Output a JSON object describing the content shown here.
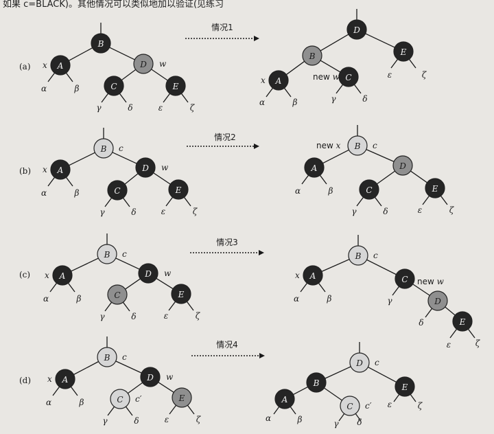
{
  "header": {
    "text": "如果 c=BLACK)。其他情况可以类似地加以验证(见练习"
  },
  "colors": {
    "black": "#252525",
    "gray": "#8f8f8f",
    "light": "#d6d6d6",
    "edge": "#1a1a1a"
  },
  "rows": [
    {
      "id": "a",
      "label": "(a)",
      "case_label": "情况1",
      "left": {
        "nodes": [
          {
            "id": "B",
            "letter": "B",
            "color": "black"
          },
          {
            "id": "A",
            "letter": "A",
            "color": "black",
            "prefix": "x"
          },
          {
            "id": "D",
            "letter": "D",
            "color": "gray",
            "suffix": "w"
          },
          {
            "id": "C",
            "letter": "C",
            "color": "black"
          },
          {
            "id": "E",
            "letter": "E",
            "color": "black"
          }
        ],
        "leaves": [
          "α",
          "β",
          "γ",
          "δ",
          "ε",
          "ζ"
        ]
      },
      "right": {
        "nodes": [
          {
            "id": "D",
            "letter": "D",
            "color": "black"
          },
          {
            "id": "B",
            "letter": "B",
            "color": "gray"
          },
          {
            "id": "E",
            "letter": "E",
            "color": "black"
          },
          {
            "id": "A",
            "letter": "A",
            "color": "black",
            "prefix": "x"
          },
          {
            "id": "C",
            "letter": "C",
            "color": "black",
            "prefix": "new w"
          }
        ],
        "leaves": [
          "α",
          "β",
          "γ",
          "δ",
          "ε",
          "ζ"
        ]
      }
    },
    {
      "id": "b",
      "label": "(b)",
      "case_label": "情况2",
      "left": {
        "nodes": [
          {
            "id": "B",
            "letter": "B",
            "color": "light",
            "suffix": "c"
          },
          {
            "id": "A",
            "letter": "A",
            "color": "black",
            "prefix": "x"
          },
          {
            "id": "D",
            "letter": "D",
            "color": "black",
            "suffix": "w"
          },
          {
            "id": "C",
            "letter": "C",
            "color": "black"
          },
          {
            "id": "E",
            "letter": "E",
            "color": "black"
          }
        ],
        "leaves": [
          "α",
          "β",
          "γ",
          "δ",
          "ε",
          "ζ"
        ]
      },
      "right": {
        "nodes": [
          {
            "id": "B",
            "letter": "B",
            "color": "light",
            "prefix": "new x",
            "suffix": "c"
          },
          {
            "id": "A",
            "letter": "A",
            "color": "black"
          },
          {
            "id": "D",
            "letter": "D",
            "color": "gray"
          },
          {
            "id": "C",
            "letter": "C",
            "color": "black"
          },
          {
            "id": "E",
            "letter": "E",
            "color": "black"
          }
        ],
        "leaves": [
          "α",
          "β",
          "γ",
          "δ",
          "ε",
          "ζ"
        ]
      }
    },
    {
      "id": "c",
      "label": "(c)",
      "case_label": "情况3",
      "left": {
        "nodes": [
          {
            "id": "B",
            "letter": "B",
            "color": "light",
            "suffix": "c"
          },
          {
            "id": "A",
            "letter": "A",
            "color": "black",
            "prefix": "x"
          },
          {
            "id": "D",
            "letter": "D",
            "color": "black",
            "suffix": "w"
          },
          {
            "id": "C",
            "letter": "C",
            "color": "gray"
          },
          {
            "id": "E",
            "letter": "E",
            "color": "black"
          }
        ],
        "leaves": [
          "α",
          "β",
          "γ",
          "δ",
          "ε",
          "ζ"
        ]
      },
      "right": {
        "nodes": [
          {
            "id": "B",
            "letter": "B",
            "color": "light",
            "suffix": "c"
          },
          {
            "id": "A",
            "letter": "A",
            "color": "black",
            "prefix": "x"
          },
          {
            "id": "C",
            "letter": "C",
            "color": "black",
            "suffix": "new w"
          },
          {
            "id": "D",
            "letter": "D",
            "color": "gray"
          },
          {
            "id": "E",
            "letter": "E",
            "color": "black"
          }
        ],
        "leaves": [
          "α",
          "β",
          "γ",
          "δ",
          "ε",
          "ζ"
        ]
      }
    },
    {
      "id": "d",
      "label": "(d)",
      "case_label": "情况4",
      "left": {
        "nodes": [
          {
            "id": "B",
            "letter": "B",
            "color": "light",
            "suffix": "c"
          },
          {
            "id": "A",
            "letter": "A",
            "color": "black",
            "prefix": "x"
          },
          {
            "id": "D",
            "letter": "D",
            "color": "black",
            "suffix": "w"
          },
          {
            "id": "C",
            "letter": "C",
            "color": "light",
            "suffix": "c′"
          },
          {
            "id": "E",
            "letter": "E",
            "color": "gray"
          }
        ],
        "leaves": [
          "α",
          "β",
          "γ",
          "δ",
          "ε",
          "ζ"
        ]
      },
      "right": {
        "nodes": [
          {
            "id": "D",
            "letter": "D",
            "color": "light",
            "suffix": "c"
          },
          {
            "id": "B",
            "letter": "B",
            "color": "black"
          },
          {
            "id": "E",
            "letter": "E",
            "color": "black"
          },
          {
            "id": "A",
            "letter": "A",
            "color": "black"
          },
          {
            "id": "C",
            "letter": "C",
            "color": "light",
            "suffix": "c′"
          }
        ],
        "leaves": [
          "α",
          "β",
          "γ",
          "δ",
          "ε",
          "ζ"
        ]
      }
    }
  ]
}
